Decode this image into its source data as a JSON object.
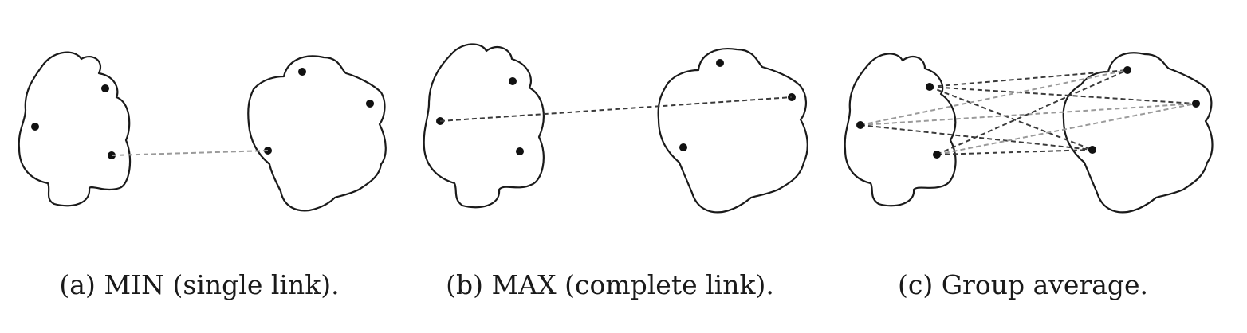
{
  "captions": {
    "a": "(a) MIN (single link).",
    "b": "(b) MAX (complete link).",
    "c": "(c) Group average."
  },
  "colors": {
    "outline": "#1a1a1a",
    "point": "#111111",
    "link_dark": "#3a3a3a",
    "link_light": "#9a9a9a"
  }
}
